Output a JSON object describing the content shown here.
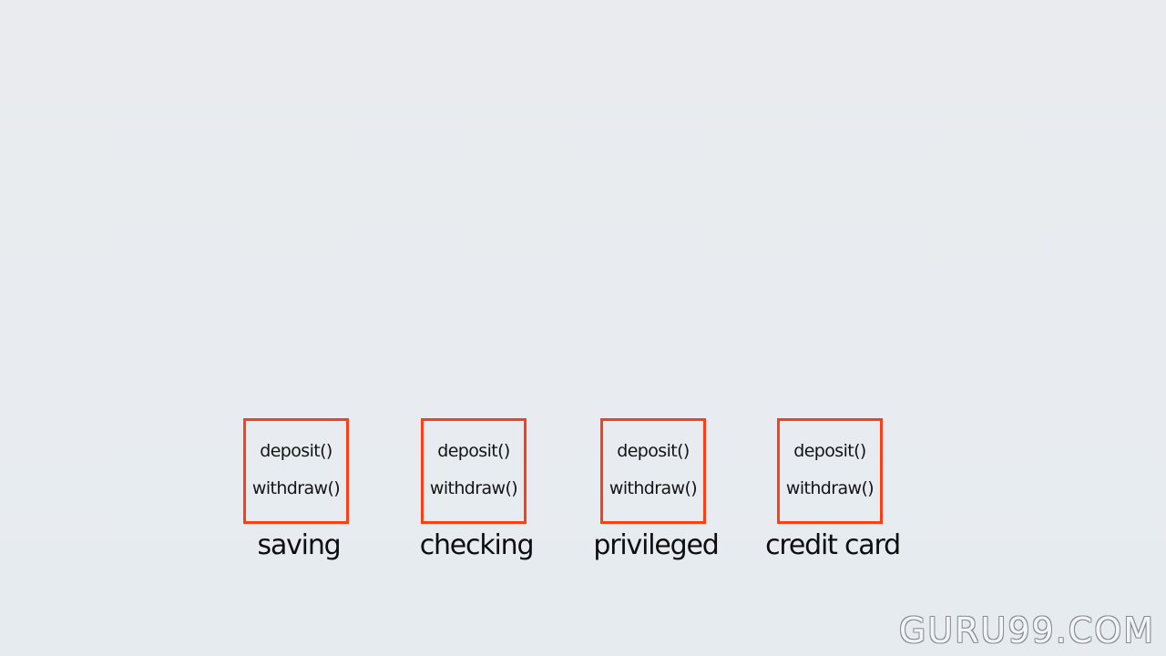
{
  "accounts": [
    {
      "name": "saving",
      "methods": [
        "deposit()",
        "withdraw()"
      ]
    },
    {
      "name": "checking",
      "methods": [
        "deposit()",
        "withdraw()"
      ]
    },
    {
      "name": "privileged",
      "methods": [
        "deposit()",
        "withdraw()"
      ]
    },
    {
      "name": "credit card",
      "methods": [
        "deposit()",
        "withdraw()"
      ]
    }
  ],
  "watermark": "GURU99.COM",
  "colors": {
    "box_border": "#ff3d17",
    "text": "#111111",
    "background": "#e8ecf0"
  }
}
